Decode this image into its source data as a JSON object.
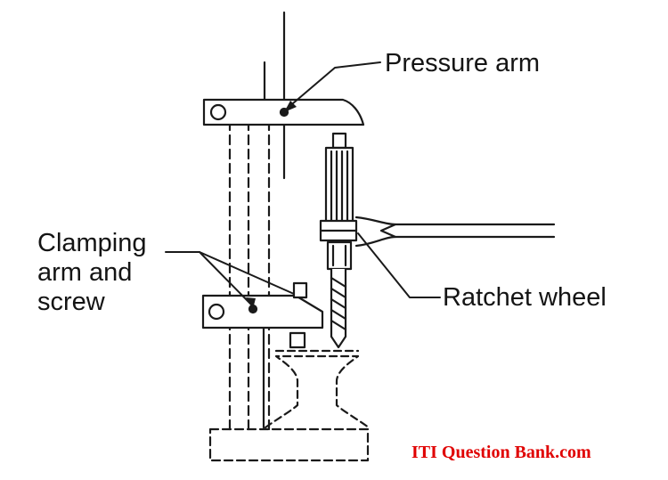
{
  "labels": {
    "pressure_arm": "Pressure arm",
    "clamping_arm": [
      "Clamping",
      "arm and",
      "screw"
    ],
    "ratchet_wheel": "Ratchet wheel"
  },
  "watermark": {
    "text": "ITI Question Bank.com",
    "color": "#e00000"
  },
  "colors": {
    "line": "#1a1a1a",
    "background": "#ffffff"
  }
}
